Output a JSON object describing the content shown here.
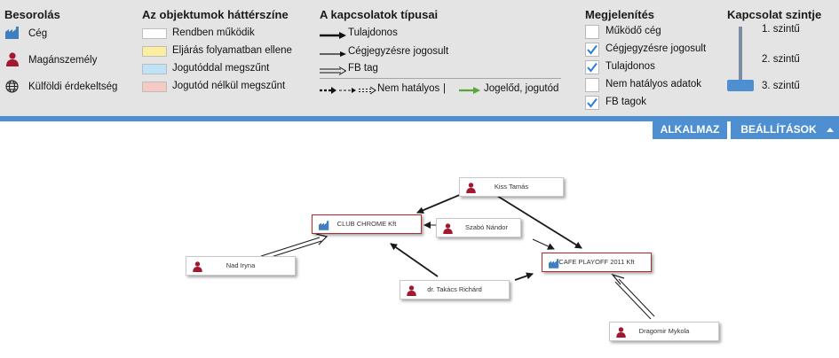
{
  "legend": {
    "classification": {
      "title": "Besorolás",
      "items": [
        {
          "label": "Cég",
          "icon": "company-icon"
        },
        {
          "label": "Magánszemély",
          "icon": "person-icon"
        },
        {
          "label": "Külföldi érdekeltség",
          "icon": "globe-icon"
        }
      ]
    },
    "background": {
      "title": "Az objektumok háttérszíne",
      "items": [
        {
          "label": "Rendben működik",
          "color": "#ffffff"
        },
        {
          "label": "Eljárás folyamatban ellene",
          "color": "#fbef9f"
        },
        {
          "label": "Jogutóddal megszűnt",
          "color": "#bfe3f6"
        },
        {
          "label": "Jogutód nélkül megszűnt",
          "color": "#f7c9c4"
        }
      ]
    },
    "relations": {
      "title": "A kapcsolatok típusai",
      "items": [
        {
          "label": "Tulajdonos"
        },
        {
          "label": "Cégjegyzésre jogosult"
        },
        {
          "label": "FB tag"
        }
      ],
      "inactive_label": "Nem hatályos",
      "divider": "|",
      "successor_label": "Jogelőd, jogutód",
      "successor_color": "#5aa53a"
    },
    "display": {
      "title": "Megjelenítés",
      "options": [
        {
          "label": "Működő cég",
          "checked": false
        },
        {
          "label": "Cégjegyzésre jogosult",
          "checked": true
        },
        {
          "label": "Tulajdonos",
          "checked": true
        },
        {
          "label": "Nem hatályos adatok",
          "checked": false
        },
        {
          "label": "FB tagok",
          "checked": true
        }
      ]
    },
    "level": {
      "title": "Kapcsolat szintje",
      "options": [
        "1. szintű",
        "2. szintű",
        "3. szintű"
      ],
      "selected": "3. szintű"
    }
  },
  "toolbar": {
    "apply_label": "ALKALMAZ",
    "settings_label": "BEÁLLÍTÁSOK"
  },
  "graph": {
    "nodes": [
      {
        "id": "kiss",
        "label": "Kiss Tamás",
        "type": "person"
      },
      {
        "id": "club",
        "label": "CLUB CHROME Kft",
        "type": "company"
      },
      {
        "id": "szabo",
        "label": "Szabó Nándor",
        "type": "person"
      },
      {
        "id": "nad",
        "label": "Nad Iryna",
        "type": "person"
      },
      {
        "id": "cafe",
        "label": "CAFE PLAYOFF 2011 Kft",
        "type": "company"
      },
      {
        "id": "takacs",
        "label": "dr. Takács Richárd",
        "type": "person"
      },
      {
        "id": "dragomir",
        "label": "Dragomir Mykola",
        "type": "person"
      }
    ]
  },
  "colors": {
    "accent": "#4d8fd0",
    "company_border": "#b22a2a",
    "person_icon": "#a3172f",
    "company_icon": "#3f7fc0"
  }
}
